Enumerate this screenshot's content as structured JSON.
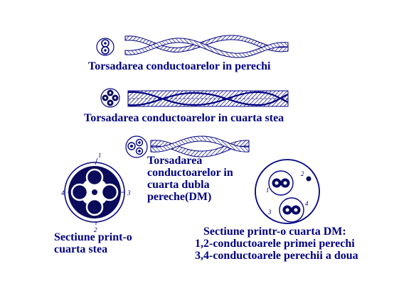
{
  "captions": {
    "pairs": "Torsadarea conductoarelor in perechi",
    "star_quad": "Torsadarea conductoarelor in cuarta stea",
    "dm_lines": [
      "Torsadarea",
      "conductoarelor in",
      "cuarta dubla",
      "pereche(DM)"
    ],
    "section_star_lines": [
      "Sectiune print-o",
      "cuarta stea"
    ],
    "section_dm_lines": [
      "Sectiune printr-o cuarta DM:",
      "1,2-conductoarele primei perechi",
      "3,4-conductoarele perechii a doua"
    ]
  },
  "section_numbers": {
    "star": [
      "1",
      "2",
      "3",
      "4"
    ],
    "dm": [
      "1",
      "2",
      "3",
      "4"
    ]
  },
  "colors": {
    "caption": "#000080",
    "line": "#000080",
    "fill": "#0b0b5c"
  }
}
